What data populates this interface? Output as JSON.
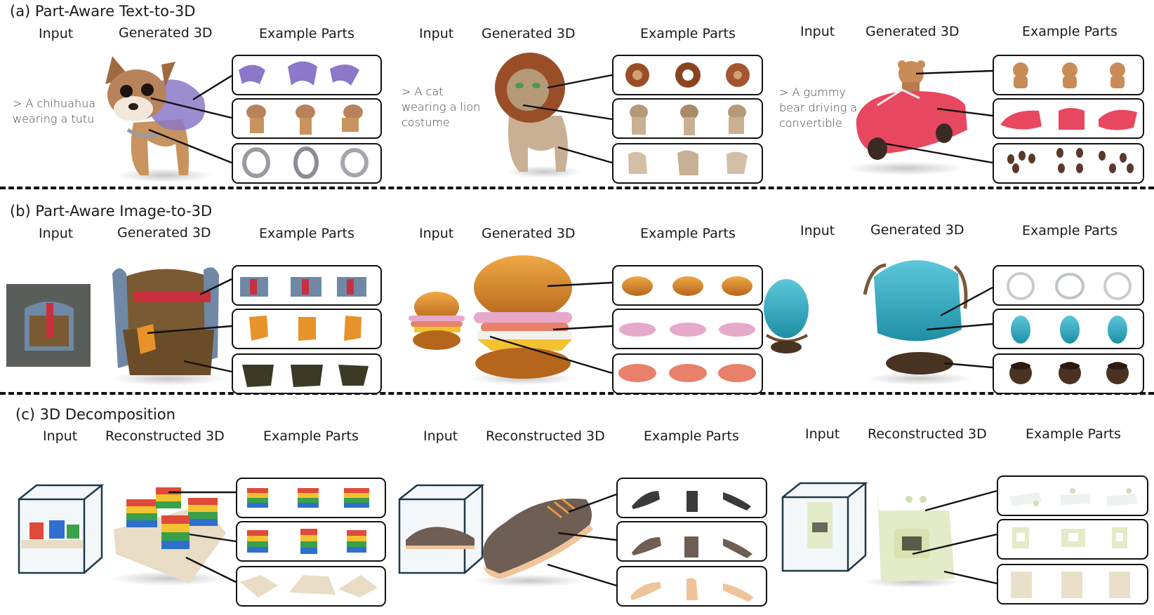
{
  "sections": {
    "a": {
      "title": "(a) Part-Aware Text-to-3D"
    },
    "b": {
      "title": "(b) Part-Aware Image-to-3D"
    },
    "c": {
      "title": "(c) 3D Decomposition"
    }
  },
  "headers": {
    "input": "Input",
    "generated": "Generated 3D",
    "reconstructed": "Reconstructed 3D",
    "parts": "Example Parts"
  },
  "prompts": {
    "a1_l1": "> A chihuahua",
    "a1_l2": "wearing a tutu",
    "a2_l1": "> A cat",
    "a2_l2": "wearing a lion",
    "a2_l3": "costume",
    "a3_l1": "> A gummy",
    "a3_l2": "bear driving a",
    "a3_l3": "convertible"
  },
  "colors": {
    "text": "#1a1a1a",
    "frame": "#111111",
    "tutu": "#8b78c8",
    "dog": "#b8835a",
    "collar": "#9a9aa5",
    "lion_mane": "#9a4e28",
    "cat": "#b59a78",
    "cat_body": "#c9b094",
    "gummy": "#c98c58",
    "car": "#e8485f",
    "wheel": "#5a3a2c",
    "chest_wood": "#7a5a32",
    "chest_metal": "#6f88a6",
    "strap": "#c8303e",
    "lock": "#e8922a",
    "bun": "#d98a2c",
    "ham": "#e7a9c9",
    "bacon": "#e8806a",
    "chair_frame": "#c8ccd2",
    "cushion": "#3bb0c8",
    "chair_base": "#4a3222",
    "block_red": "#e04a3a",
    "block_yellow": "#f2c230",
    "block_green": "#3aa04a",
    "block_blue": "#2f6fcf",
    "board": "#e8dcc4",
    "shoe": "#6e5e54",
    "laces": "#e89a3a",
    "sole": "#f0c49a",
    "oven": "#e3ebc8",
    "oven_top": "#ffffff"
  },
  "icons": {
    "dog": "chihuahua-model-icon",
    "cat": "lion-cat-model-icon",
    "car": "gummy-car-model-icon",
    "chest": "chest-model-icon",
    "burger": "burger-model-icon",
    "chair": "swivel-chair-model-icon",
    "blocks": "stacking-blocks-model-icon",
    "shoe": "shoe-model-icon",
    "oven": "toy-oven-model-icon"
  }
}
